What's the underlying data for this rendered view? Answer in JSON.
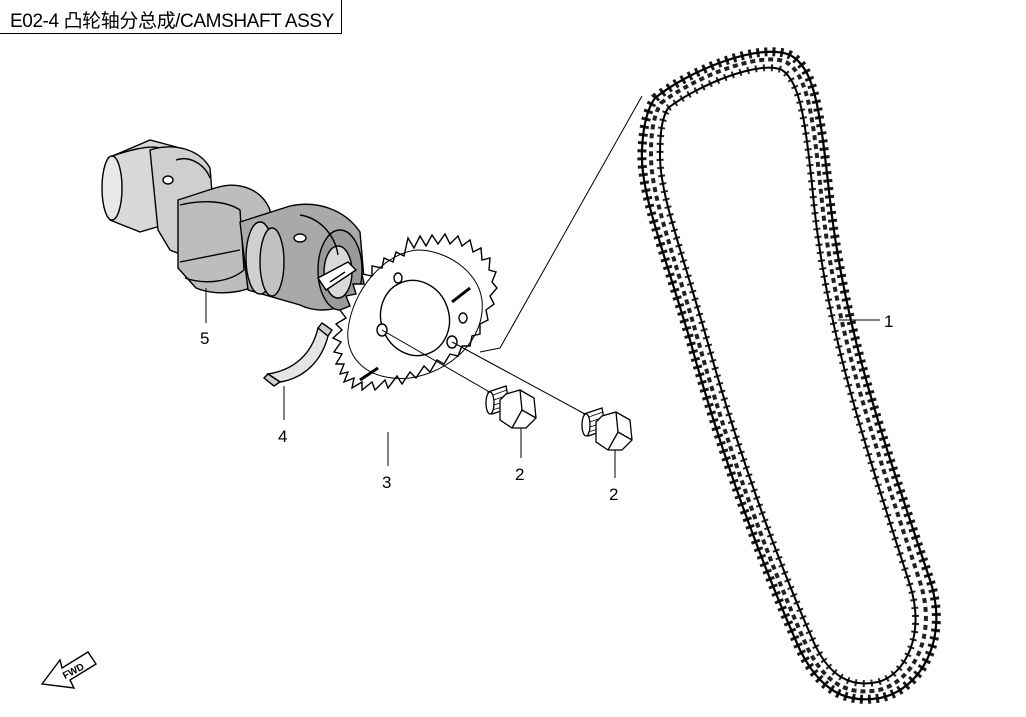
{
  "title": "E02-4  凸轮轴分总成/CAMSHAFT ASSY",
  "callouts": {
    "chain": "1",
    "bolt_a": "2",
    "bolt_b": "2",
    "sprocket": "3",
    "half_ring": "4",
    "camshaft": "5"
  },
  "fwd_label": "FWD"
}
